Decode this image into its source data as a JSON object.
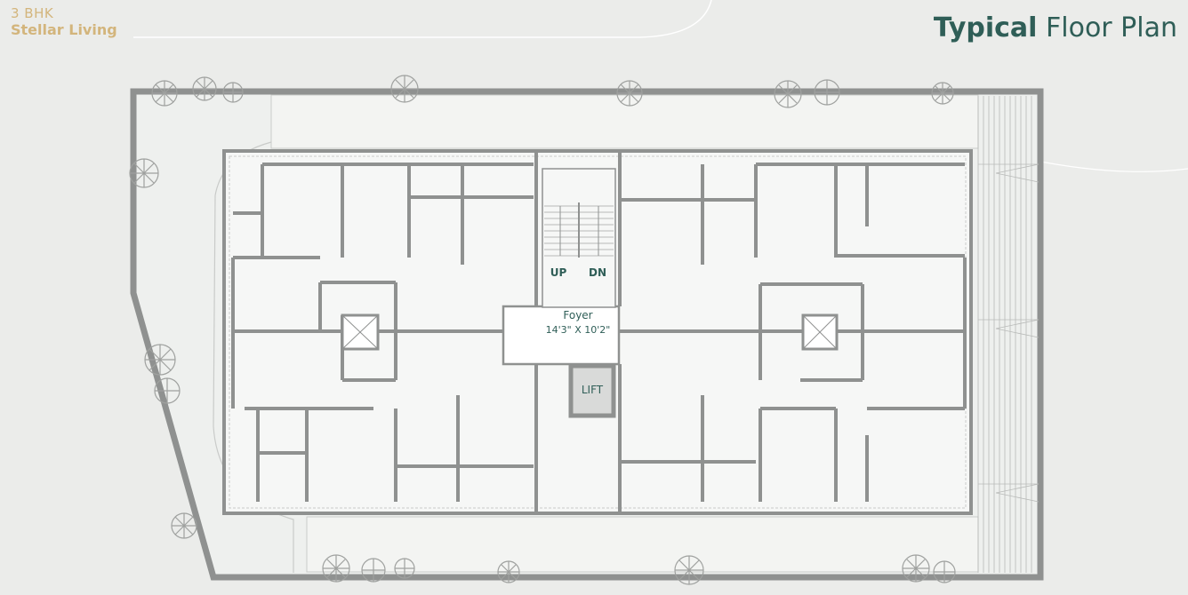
{
  "brand": {
    "line1": "3 BHK",
    "line2": "Stellar Living"
  },
  "title": {
    "bold": "Typical",
    "rest": "Floor Plan"
  },
  "plan": {
    "stair_up": "UP",
    "stair_down": "DN",
    "foyer_name": "Foyer",
    "foyer_size": "14'3\" X 10'2\"",
    "lift": "LIFT"
  },
  "colors": {
    "accent_gold": "#d3b57c",
    "accent_teal": "#2f5e57",
    "wall": "#8f9190",
    "background": "#ebecea"
  }
}
